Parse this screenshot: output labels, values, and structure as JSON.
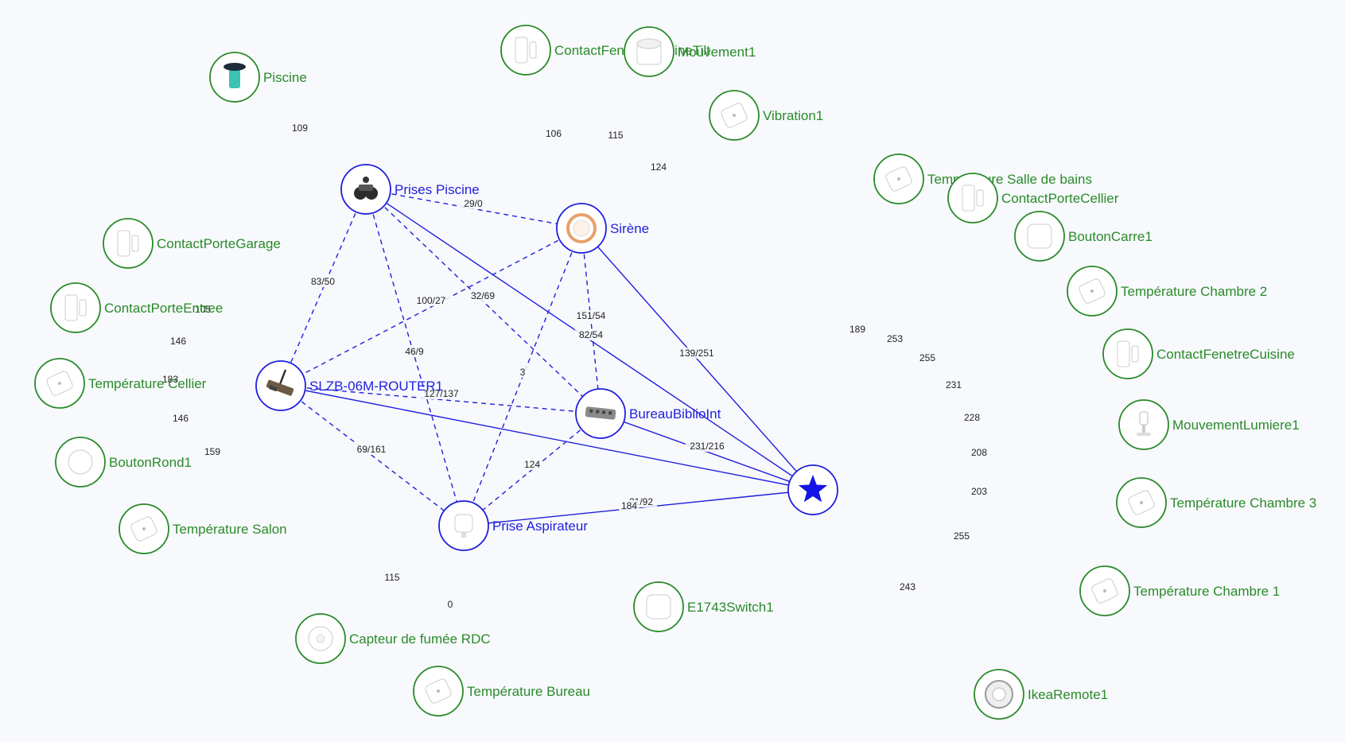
{
  "colors": {
    "router": "#1f1fdc",
    "end_device": "#2a8a2a",
    "background": "#f7f9fc"
  },
  "nodes": [
    {
      "id": "coord",
      "label": "",
      "kind": "coordinator",
      "icon": "star-icon"
    },
    {
      "id": "slzb",
      "label": "SLZB-06M-ROUTER1",
      "kind": "router",
      "icon": "antenna-router-icon"
    },
    {
      "id": "piscine_r",
      "label": "Prises Piscine",
      "kind": "router",
      "icon": "dual-plug-icon"
    },
    {
      "id": "sirene",
      "label": "Sirène",
      "kind": "router",
      "icon": "siren-icon"
    },
    {
      "id": "biblio",
      "label": "BureauBiblioInt",
      "kind": "router",
      "icon": "power-strip-icon"
    },
    {
      "id": "aspi",
      "label": "Prise Aspirateur",
      "kind": "router",
      "icon": "smart-plug-icon"
    },
    {
      "id": "piscine",
      "label": "Piscine",
      "kind": "end",
      "icon": "pool-sensor-icon"
    },
    {
      "id": "cfc_tilt",
      "label": "ContactFenetreCuisineTilt",
      "kind": "end",
      "icon": "contact-sensor-icon"
    },
    {
      "id": "mouv1",
      "label": "Mouvement1",
      "kind": "end",
      "icon": "motion-sensor-icon"
    },
    {
      "id": "vib1",
      "label": "Vibration1",
      "kind": "end",
      "icon": "vibration-sensor-icon"
    },
    {
      "id": "cpg",
      "label": "ContactPorteGarage",
      "kind": "end",
      "icon": "contact-sensor-icon"
    },
    {
      "id": "cpe",
      "label": "ContactPorteEntree",
      "kind": "end",
      "icon": "contact-sensor-icon"
    },
    {
      "id": "tcel",
      "label": "Température Cellier",
      "kind": "end",
      "icon": "temperature-sensor-icon"
    },
    {
      "id": "brond",
      "label": "BoutonRond1",
      "kind": "end",
      "icon": "round-button-icon"
    },
    {
      "id": "tsal",
      "label": "Température Salon",
      "kind": "end",
      "icon": "temperature-sensor-icon"
    },
    {
      "id": "fumee",
      "label": "Capteur de fumée RDC",
      "kind": "end",
      "icon": "smoke-detector-icon"
    },
    {
      "id": "tbur",
      "label": "Température Bureau",
      "kind": "end",
      "icon": "temperature-sensor-icon"
    },
    {
      "id": "e1743",
      "label": "E1743Switch1",
      "kind": "end",
      "icon": "switch-icon"
    },
    {
      "id": "tsdb",
      "label": "Température Salle de bains",
      "kind": "end",
      "icon": "temperature-sensor-icon"
    },
    {
      "id": "cpc",
      "label": "ContactPorteCellier",
      "kind": "end",
      "icon": "contact-sensor-icon"
    },
    {
      "id": "bcar",
      "label": "BoutonCarre1",
      "kind": "end",
      "icon": "square-button-icon"
    },
    {
      "id": "tch2",
      "label": "Température Chambre 2",
      "kind": "end",
      "icon": "temperature-sensor-icon"
    },
    {
      "id": "cfc",
      "label": "ContactFenetreCuisine",
      "kind": "end",
      "icon": "contact-sensor-icon"
    },
    {
      "id": "mlum",
      "label": "MouvementLumiere1",
      "kind": "end",
      "icon": "motion-light-sensor-icon"
    },
    {
      "id": "tch3",
      "label": "Température Chambre 3",
      "kind": "end",
      "icon": "temperature-sensor-icon"
    },
    {
      "id": "tch1",
      "label": "Température Chambre 1",
      "kind": "end",
      "icon": "temperature-sensor-icon"
    },
    {
      "id": "ikea",
      "label": "IkeaRemote1",
      "kind": "end",
      "icon": "remote-icon"
    }
  ],
  "links": [
    {
      "from": "slzb",
      "to": "coord",
      "label": "",
      "style": "solid",
      "color": "router"
    },
    {
      "from": "piscine_r",
      "to": "coord",
      "label": "",
      "style": "solid",
      "color": "router"
    },
    {
      "from": "sirene",
      "to": "coord",
      "label": "139/251",
      "style": "solid",
      "color": "router"
    },
    {
      "from": "biblio",
      "to": "coord",
      "label": "231/216",
      "style": "solid",
      "color": "router"
    },
    {
      "from": "aspi",
      "to": "coord",
      "label": "21/92",
      "style": "solid",
      "color": "router"
    },
    {
      "from": "piscine_r",
      "to": "sirene",
      "label": "29/0",
      "style": "dashed",
      "color": "router"
    },
    {
      "from": "piscine_r",
      "to": "slzb",
      "label": "83/50",
      "style": "dashed",
      "color": "router"
    },
    {
      "from": "piscine_r",
      "to": "aspi",
      "label": "46/9",
      "style": "dashed",
      "color": "router"
    },
    {
      "from": "piscine_r",
      "to": "biblio",
      "label": "32/69",
      "style": "dashed",
      "color": "router"
    },
    {
      "from": "sirene",
      "to": "slzb",
      "label": "100/27",
      "style": "dashed",
      "color": "router"
    },
    {
      "from": "sirene",
      "to": "biblio",
      "label": "151/54",
      "style": "dashed",
      "color": "router"
    },
    {
      "from": "sirene",
      "to": "aspi",
      "label": "3",
      "style": "dashed",
      "color": "router"
    },
    {
      "from": "slzb",
      "to": "biblio",
      "label": "127/137",
      "style": "dashed",
      "color": "router"
    },
    {
      "from": "slzb",
      "to": "aspi",
      "label": "69/161",
      "style": "dashed",
      "color": "router"
    },
    {
      "from": "biblio",
      "to": "aspi",
      "label": "124",
      "style": "dashed",
      "color": "router"
    },
    {
      "from": "piscine",
      "to": "piscine_r",
      "label": "109",
      "style": "dashed",
      "color": "end"
    },
    {
      "from": "cfc_tilt",
      "to": "sirene",
      "label": "106",
      "style": "dashed",
      "color": "end"
    },
    {
      "from": "mouv1",
      "to": "sirene",
      "label": "115",
      "style": "dashed",
      "color": "end"
    },
    {
      "from": "vib1",
      "to": "sirene",
      "label": "124",
      "style": "dashed",
      "color": "end"
    },
    {
      "from": "cpg",
      "to": "slzb",
      "label": "105",
      "style": "dashed",
      "color": "end"
    },
    {
      "from": "cpe",
      "to": "slzb",
      "label": "146",
      "style": "dashed",
      "color": "end"
    },
    {
      "from": "tcel",
      "to": "slzb",
      "label": "183",
      "style": "dashed",
      "color": "end"
    },
    {
      "from": "brond",
      "to": "slzb",
      "label": "146",
      "style": "dashed",
      "color": "end"
    },
    {
      "from": "tsal",
      "to": "slzb",
      "label": "159",
      "style": "dashed",
      "color": "end"
    },
    {
      "from": "fumee",
      "to": "aspi",
      "label": "115",
      "style": "dashed",
      "color": "end"
    },
    {
      "from": "tbur",
      "to": "aspi",
      "label": "0",
      "style": "dashed",
      "color": "end"
    },
    {
      "from": "e1743",
      "to": "biblio",
      "label": "184",
      "style": "dashed",
      "color": "end"
    },
    {
      "from": "tsdb",
      "to": "coord",
      "label": "189",
      "style": "solid",
      "color": "end"
    },
    {
      "from": "cpc",
      "to": "coord",
      "label": "253",
      "style": "solid",
      "color": "end"
    },
    {
      "from": "bcar",
      "to": "coord",
      "label": "255",
      "style": "solid",
      "color": "end"
    },
    {
      "from": "tch2",
      "to": "coord",
      "label": "231",
      "style": "solid",
      "color": "end"
    },
    {
      "from": "cfc",
      "to": "coord",
      "label": "228",
      "style": "solid",
      "color": "end"
    },
    {
      "from": "mlum",
      "to": "coord",
      "label": "208",
      "style": "solid",
      "color": "end"
    },
    {
      "from": "tch3",
      "to": "coord",
      "label": "203",
      "style": "solid",
      "color": "end"
    },
    {
      "from": "tch1",
      "to": "coord",
      "label": "255",
      "style": "solid",
      "color": "end"
    },
    {
      "from": "ikea",
      "to": "coord",
      "label": "243",
      "style": "solid",
      "color": "end"
    }
  ],
  "extra_labels": [
    {
      "label": "82/54",
      "near": "biblio"
    }
  ]
}
